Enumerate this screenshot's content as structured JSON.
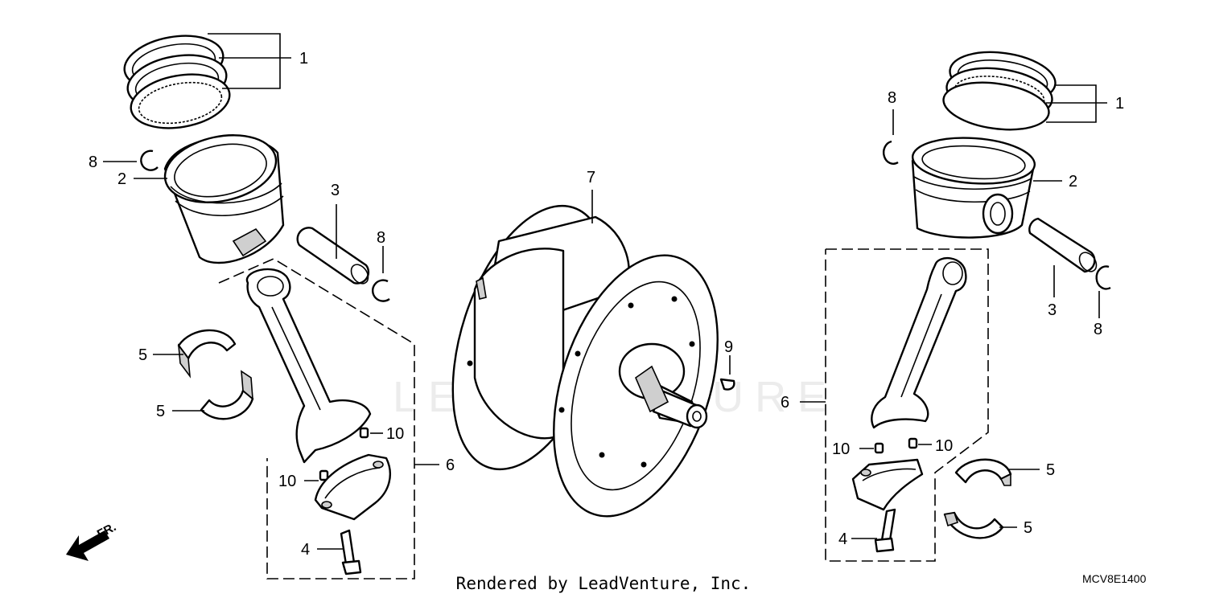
{
  "watermark": "LEADVENTURE",
  "footer_text": "Rendered by LeadVenture, Inc.",
  "diagram_code": "MCV8E1400",
  "front_indicator": "FR.",
  "callouts": {
    "piston_ring_left": "1",
    "piston_ring_right": "1",
    "piston_left": "2",
    "piston_right": "2",
    "piston_pin_left": "3",
    "piston_pin_right": "3",
    "rod_bolt_left": "4",
    "rod_bolt_right": "4",
    "bearing_upper_left": "5",
    "bearing_lower_left": "5",
    "bearing_upper_right": "5",
    "bearing_lower_right": "5",
    "rod_assy_left": "6",
    "rod_assy_right": "6",
    "crankshaft": "7",
    "pin_clip_left_a": "8",
    "pin_clip_left_b": "8",
    "pin_clip_right_a": "8",
    "pin_clip_right_b": "8",
    "woodruff_key": "9",
    "dowel_left_a": "10",
    "dowel_left_b": "10",
    "dowel_right_a": "10",
    "dowel_right_b": "10"
  }
}
